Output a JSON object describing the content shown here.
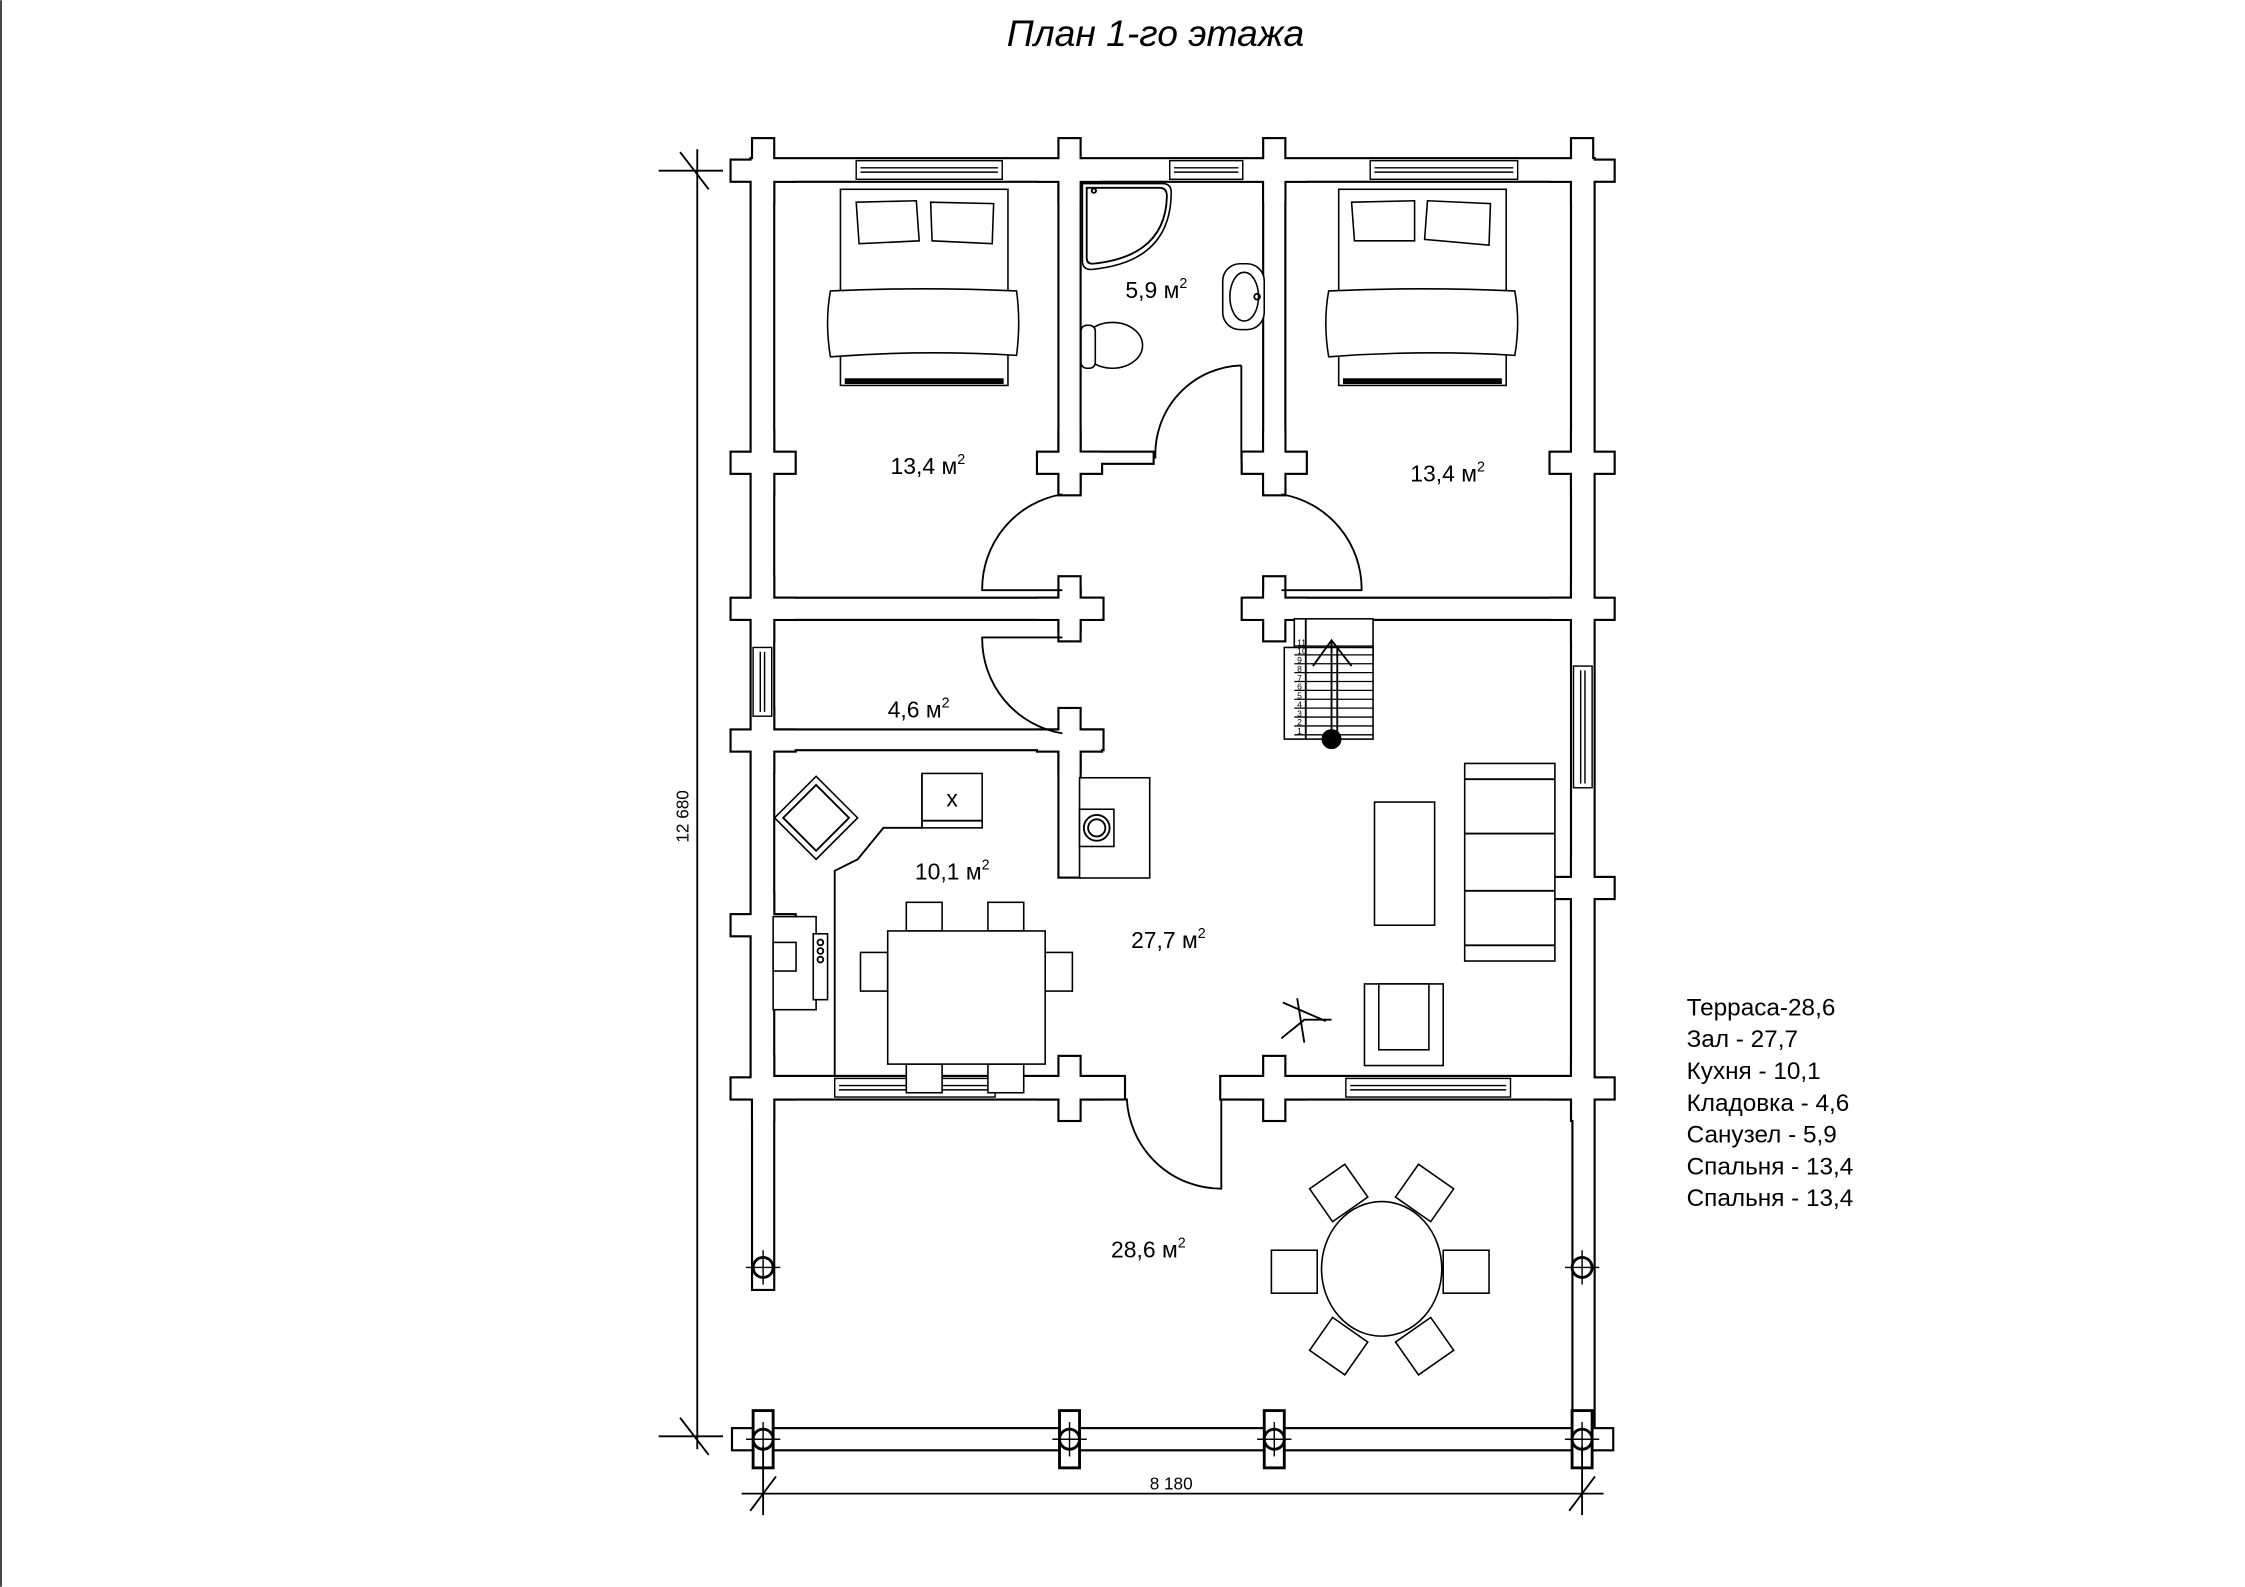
{
  "title": "План 1-го этажа",
  "unit": "м",
  "unit_power": "2",
  "rooms": [
    {
      "name": "bedroom-left",
      "area": "13,4"
    },
    {
      "name": "bathroom",
      "area": "5,9"
    },
    {
      "name": "bedroom-right",
      "area": "13,4"
    },
    {
      "name": "pantry",
      "area": "4,6"
    },
    {
      "name": "kitchen",
      "area": "10,1"
    },
    {
      "name": "hall",
      "area": "27,7"
    },
    {
      "name": "terrace",
      "area": "28,6"
    }
  ],
  "legend": [
    "Терраса-28,6",
    "Зал - 27,7",
    "Кухня - 10,1",
    "Кладовка - 4,6",
    "Санузел - 5,9",
    "Спальня - 13,4",
    "Спальня - 13,4"
  ],
  "dimensions": {
    "height": "12 680",
    "width": "8 180"
  },
  "kitchen_mark": "x",
  "stair_steps": [
    "1",
    "2",
    "3",
    "4",
    "5",
    "6",
    "7",
    "8",
    "9",
    "10",
    "11"
  ]
}
